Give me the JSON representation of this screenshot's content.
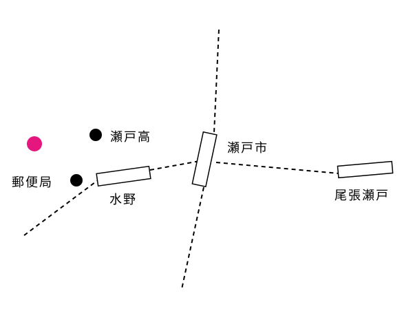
{
  "colors": {
    "line": "#000000",
    "landmark_marker": "#000000",
    "current_location_marker": "#e5177e",
    "background": "#ffffff"
  },
  "stations": {
    "mizuno": "水野",
    "setoshi": "瀬戸市",
    "owari_seto": "尾張瀬戸"
  },
  "landmarks": {
    "seto_high_school": "瀬戸高",
    "post_office": "郵便局"
  }
}
